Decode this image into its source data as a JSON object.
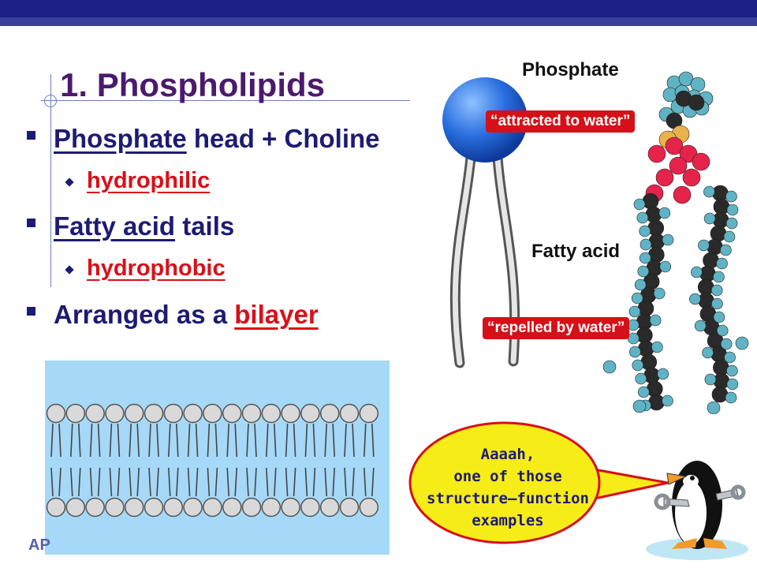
{
  "slide": {
    "title": "1. Phospholipids",
    "footer": "AP",
    "bullets": [
      {
        "parts": [
          {
            "text": "Phosphate",
            "style": "u-blue"
          },
          {
            "text": " head + Choline",
            "style": "plain"
          }
        ]
      },
      {
        "parts": [
          {
            "text": "Fatty acid",
            "style": "u-blue"
          },
          {
            "text": " tails",
            "style": "plain"
          }
        ]
      },
      {
        "parts": [
          {
            "text": "Arranged as a ",
            "style": "plain"
          },
          {
            "text": "bilayer",
            "style": "u-red"
          }
        ]
      }
    ],
    "subbullets": [
      "hydrophilic",
      "hydrophobic"
    ]
  },
  "diagram": {
    "phosphate_label": "Phosphate",
    "fatty_acid_label": "Fatty acid",
    "attracted_tag": "“attracted to water”",
    "repelled_tag": "“repelled by water”"
  },
  "bubble": {
    "lines": [
      "Aaaah,",
      "one of those",
      "structure–function",
      "examples"
    ]
  },
  "colors": {
    "header_bar": "#1b1f86",
    "title": "#4b1a6e",
    "bullet_text": "#1d1b73",
    "emphasis_red": "#d61018",
    "membrane_bg": "#a6d8f7",
    "bubble_fill": "#f6ec17"
  }
}
